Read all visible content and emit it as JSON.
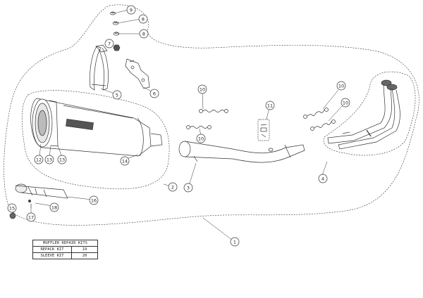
{
  "callouts": [
    {
      "label": "1"
    },
    {
      "label": "2"
    },
    {
      "label": "3"
    },
    {
      "label": "4"
    },
    {
      "label": "5"
    },
    {
      "label": "6"
    },
    {
      "label": "7"
    },
    {
      "label": "8"
    },
    {
      "label": "8"
    },
    {
      "label": "9"
    },
    {
      "label": "10"
    },
    {
      "label": "10"
    },
    {
      "label": "10"
    },
    {
      "label": "10"
    },
    {
      "label": "11"
    },
    {
      "label": "12"
    },
    {
      "label": "13"
    },
    {
      "label": "13"
    },
    {
      "label": "14"
    },
    {
      "label": "15"
    },
    {
      "label": "16"
    },
    {
      "label": "17"
    },
    {
      "label": "18"
    }
  ],
  "repair_kits": {
    "title": "MUFFLER REPAIR KITS",
    "rows": [
      {
        "name": "REPACK KIT",
        "number": "19"
      },
      {
        "name": "SLEEVE KIT",
        "number": "20"
      }
    ]
  }
}
